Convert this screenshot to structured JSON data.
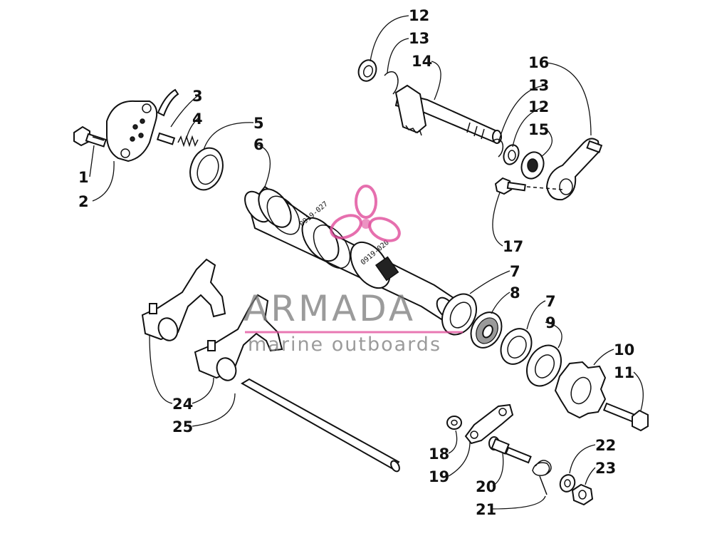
{
  "diagram": {
    "callouts": [
      "1",
      "2",
      "3",
      "4",
      "5",
      "6",
      "7",
      "8",
      "9",
      "10",
      "11",
      "12",
      "13",
      "14",
      "15",
      "16",
      "17",
      "18",
      "19",
      "20",
      "21",
      "22",
      "23",
      "24",
      "25"
    ],
    "drum_marks": [
      "0919-027",
      "0919-020"
    ]
  },
  "watermark": {
    "brand": "ARMADA",
    "tagline": "marine outboards",
    "colors": {
      "text": "#7a7a7a",
      "logo": "#e04b9a",
      "rule": "#e04b9a"
    }
  }
}
